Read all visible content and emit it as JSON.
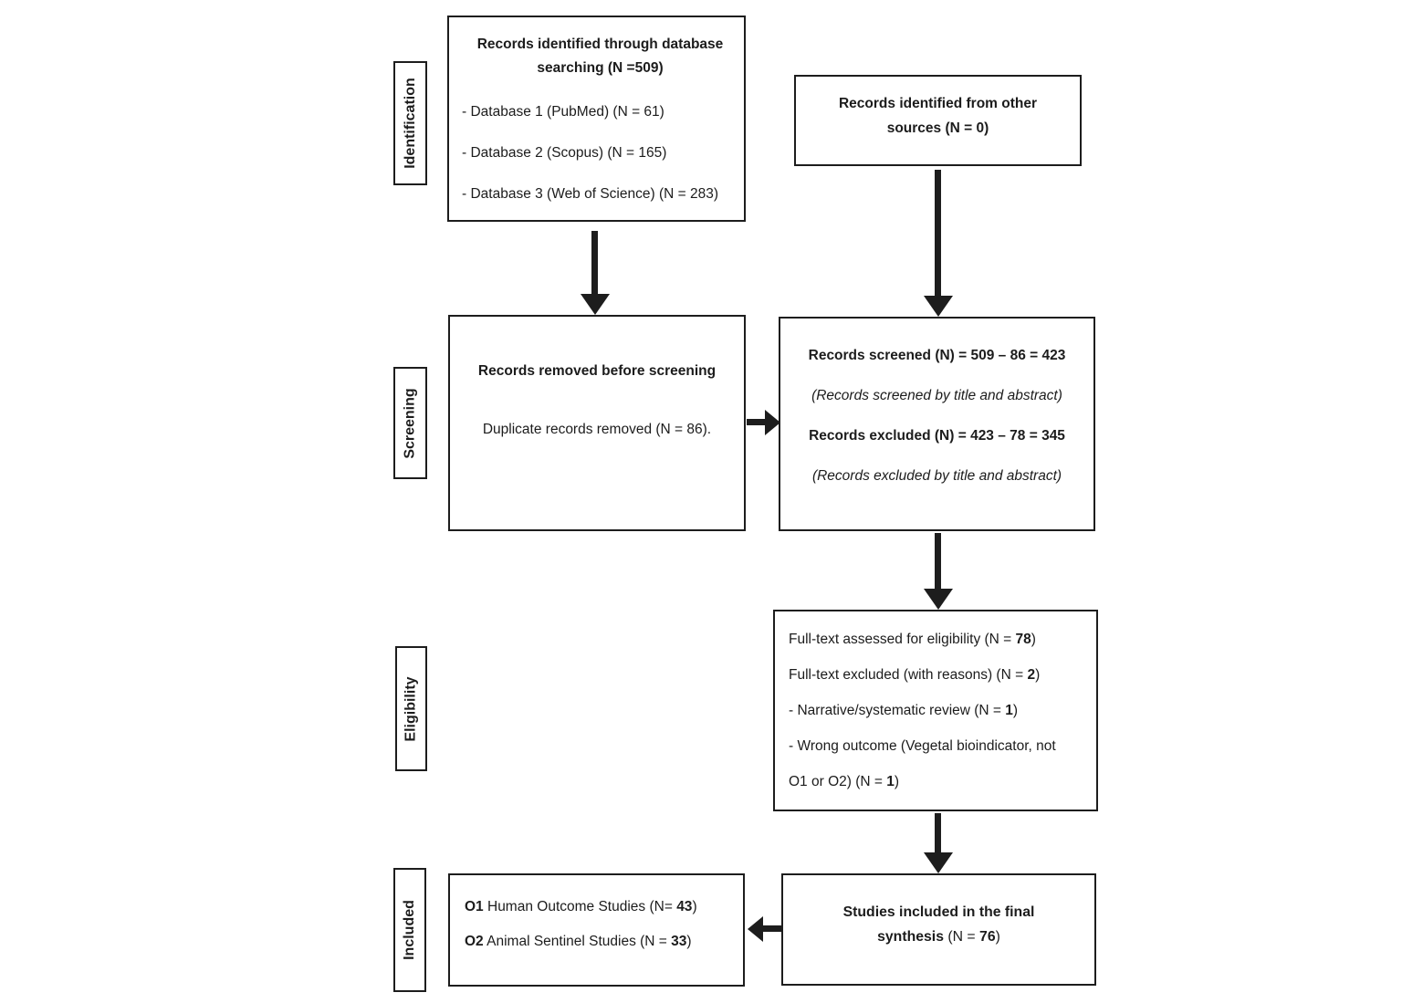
{
  "colors": {
    "line": "#1d1d1d",
    "background": "#ffffff"
  },
  "stages": [
    {
      "label": "Identification"
    },
    {
      "label": "Screening"
    },
    {
      "label": "Eligibility"
    },
    {
      "label": "Included"
    }
  ],
  "boxes": {
    "database_search": {
      "title": "Records identified through database searching (N =509)",
      "items": [
        "- Database 1 (PubMed) (N = 61)",
        "- Database 2 (Scopus) (N = 165)",
        "- Database 3 (Web of Science) (N = 283)"
      ]
    },
    "other_sources": {
      "title": "Records identified from other sources (N = 0)"
    },
    "records_removed": {
      "title": "Records removed before screening",
      "body": "Duplicate records removed (N = 86)."
    },
    "records_screened": {
      "screened_line": "Records screened (N) = 509 – 86 = 423",
      "screened_note": "(Records screened by title and abstract)",
      "excluded_line": "Records excluded (N) = 423 – 78 = 345",
      "excluded_note": "(Records excluded by title and abstract)"
    },
    "eligibility": {
      "lines": [
        {
          "pre": "Full-text assessed for eligibility (N = ",
          "num": "78",
          "post": ")"
        },
        {
          "pre": "Full-text excluded (with reasons) (N = ",
          "num": "2",
          "post": ")"
        },
        {
          "pre": "- Narrative/systematic review (N = ",
          "num": "1",
          "post": ")"
        },
        {
          "pre": "- Wrong outcome (Vegetal bioindicator, not O1 or O2) (N = ",
          "num": "1",
          "post": ")"
        }
      ]
    },
    "included_synthesis": {
      "bold": "Studies included in the final synthesis ",
      "pre": "(N = ",
      "num": "76",
      "post": ")"
    },
    "included_outcomes": {
      "lines": [
        {
          "tag": "O1",
          "pre": " Human Outcome Studies (N= ",
          "num": "43",
          "post": ")"
        },
        {
          "tag": "O2",
          "pre": " Animal Sentinel Studies (N = ",
          "num": "33",
          "post": ")"
        }
      ]
    }
  },
  "connections": [
    {
      "from": "database_search",
      "to": "records_removed",
      "direction": "down"
    },
    {
      "from": "other_sources",
      "to": "records_screened",
      "direction": "down"
    },
    {
      "from": "records_removed",
      "to": "records_screened",
      "direction": "right"
    },
    {
      "from": "records_screened",
      "to": "eligibility",
      "direction": "down"
    },
    {
      "from": "eligibility",
      "to": "included_synthesis",
      "direction": "down"
    },
    {
      "from": "included_synthesis",
      "to": "included_outcomes",
      "direction": "left"
    }
  ]
}
